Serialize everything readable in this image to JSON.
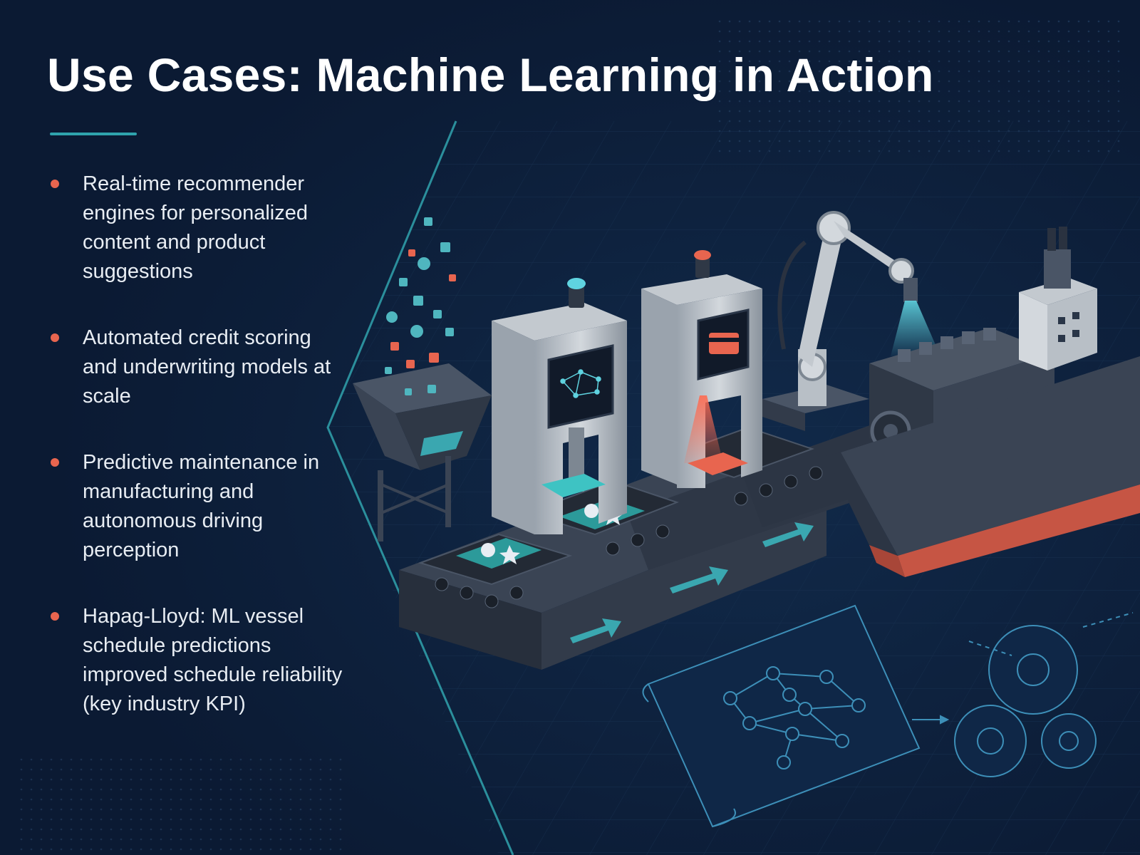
{
  "slide": {
    "title": "Use Cases: Machine Learning in Action",
    "bullets": [
      "Real-time recommender engines for personalized content and product suggestions",
      "Automated credit scoring and underwriting models at scale",
      "Predictive maintenance in manufacturing and autonomous driving perception",
      "Hapag-Lloyd: ML vessel schedule predictions improved schedule reliability (key industry KPI)"
    ]
  },
  "theme": {
    "background": "#0b1a33",
    "accent_teal": "#2fa3ad",
    "accent_coral": "#e8654f",
    "text": "#e8edf3"
  },
  "illustration": {
    "icons": [
      "data-hopper-icon",
      "neural-network-icon",
      "credit-card-icon",
      "robot-arm-icon",
      "ship-engine-icon",
      "container-ship-icon",
      "blueprint-network-icon",
      "gears-icon",
      "arrow-right-icon"
    ]
  }
}
